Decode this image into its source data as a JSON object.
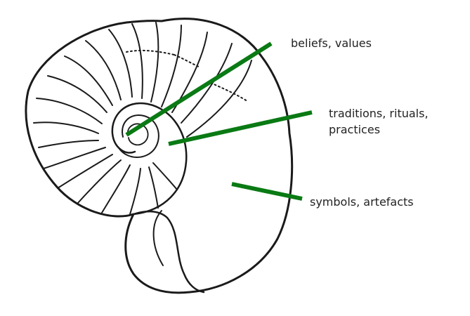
{
  "colors": {
    "pointer": "#0a7a14",
    "shell_outline": "#1a1a1a",
    "label_text": "#222222",
    "background": "#ffffff"
  },
  "labels": {
    "beliefs": "beliefs, values",
    "traditions_line1": "traditions, rituals,",
    "traditions_line2": "practices",
    "symbols": "symbols, artefacts"
  }
}
